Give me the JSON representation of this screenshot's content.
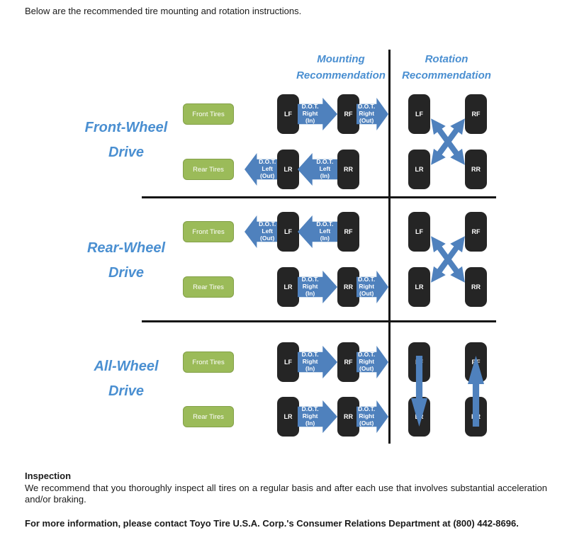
{
  "intro": "Below are the recommended tire mounting and rotation instructions.",
  "columns": {
    "mounting": "Mounting\nRecommendation",
    "rotation": "Rotation\nRecommendation"
  },
  "rows": [
    {
      "label": "Front-Wheel\nDrive",
      "front_tires_label": "Front Tires",
      "rear_tires_label": "Rear Tires",
      "mounting": {
        "front": {
          "lf": "LF",
          "rf": "RF",
          "arrow_mid": "D.O.T.\nRight\n(In)",
          "arrow_out": "D.O.T.\nRight\n(Out)"
        },
        "rear": {
          "lr": "LR",
          "rr": "RR",
          "arrow_out": "D.O.T.\nLeft\n(Out)",
          "arrow_mid": "D.O.T.\nLeft\n(In)"
        }
      },
      "rotation": {
        "pattern": "cross",
        "lf": "LF",
        "rf": "RF",
        "lr": "LR",
        "rr": "RR"
      }
    },
    {
      "label": "Rear-Wheel\nDrive",
      "front_tires_label": "Front Tires",
      "rear_tires_label": "Rear Tires",
      "mounting": {
        "front": {
          "lf": "LF",
          "rf": "RF",
          "arrow_out": "D.O.T.\nLeft\n(Out)",
          "arrow_mid": "D.O.T.\nLeft\n(In)"
        },
        "rear": {
          "lr": "LR",
          "rr": "RR",
          "arrow_mid": "D.O.T.\nRight\n(In)",
          "arrow_out": "D.O.T.\nRight\n(Out)"
        }
      },
      "rotation": {
        "pattern": "cross",
        "lf": "LF",
        "rf": "RF",
        "lr": "LR",
        "rr": "RR"
      }
    },
    {
      "label": "All-Wheel\nDrive",
      "front_tires_label": "Front Tires",
      "rear_tires_label": "Rear Tires",
      "mounting": {
        "front": {
          "lf": "LF",
          "rf": "RF",
          "arrow_mid": "D.O.T.\nRight\n(In)",
          "arrow_out": "D.O.T.\nRight\n(Out)"
        },
        "rear": {
          "lr": "LR",
          "rr": "RR",
          "arrow_mid": "D.O.T.\nRight\n(In)",
          "arrow_out": "D.O.T.\nRight\n(Out)"
        }
      },
      "rotation": {
        "pattern": "front-to-back",
        "lf": "LF",
        "rf": "RF",
        "lr": "LR",
        "rr": "RR"
      }
    }
  ],
  "footer": {
    "inspection_title": "Inspection",
    "inspection_body": "We recommend that you thoroughly inspect all tires on a regular basis and after each use that involves substantial acceleration and/or braking.",
    "contact": "For more information, please contact Toyo Tire U.S.A. Corp.'s Consumer Relations Department at (800) 442-8696."
  },
  "colors": {
    "heading_blue": "#4a8fd1",
    "arrow_blue": "#4f81bd",
    "tire_black": "#252525",
    "green": "#9bbb59"
  }
}
